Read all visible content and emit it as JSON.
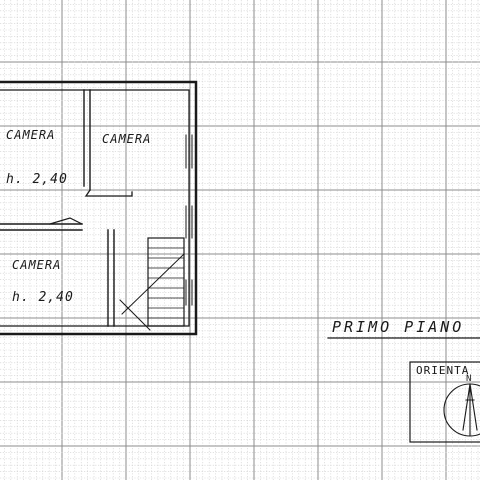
{
  "rooms": [
    {
      "name": "CAMERA",
      "height": "h. 2,40"
    },
    {
      "name": "CAMERA"
    },
    {
      "name": "CAMERA",
      "height": "h. 2,40"
    }
  ],
  "floor_title": "PRIMO  PIANO",
  "orientation": {
    "label": "ORIENTA",
    "north": "N"
  },
  "colors": {
    "grid_minor": "#cfcfcf",
    "grid_major": "#8c8c8c",
    "ink": "#1a1a1a",
    "paper": "#ffffff"
  }
}
